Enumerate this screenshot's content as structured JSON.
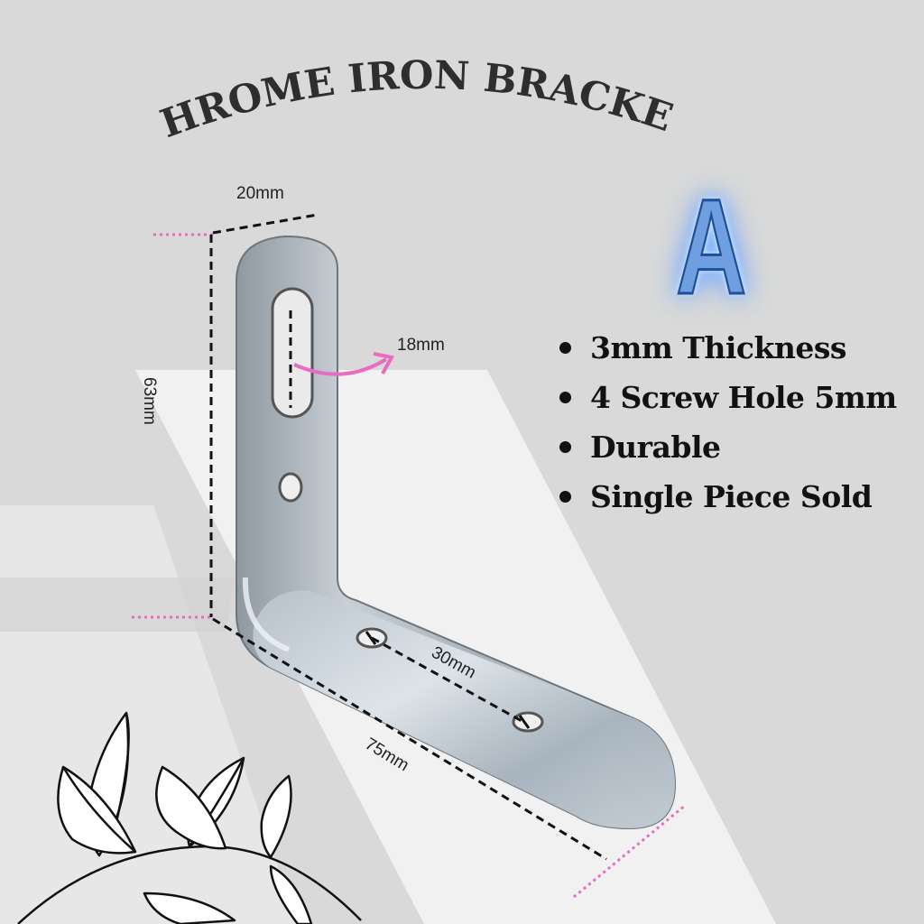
{
  "title": "CHROME IRON BRACKET",
  "variant": "A",
  "dimensions": {
    "width": "20mm",
    "height": "63mm",
    "slot_length": "18mm",
    "hole_spacing": "30mm",
    "base_length": "75mm"
  },
  "features": [
    "3mm Thickness",
    "4 Screw Hole 5mm",
    "Durable",
    "Single Piece Sold"
  ],
  "colors": {
    "background": "#d9d9d9",
    "title": "#2e2e2e",
    "accent_pink": "#e86bc4",
    "letter_glow": "#7fb3ff"
  }
}
